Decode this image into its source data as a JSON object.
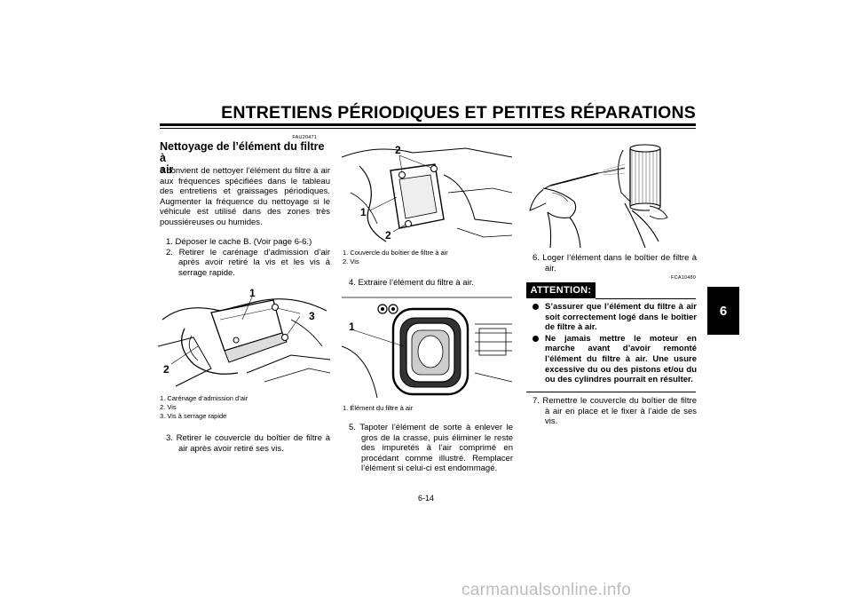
{
  "header": {
    "title": "ENTRETIENS PÉRIODIQUES ET PETITES RÉPARATIONS"
  },
  "chapter_tab": "6",
  "page_number": "6-14",
  "section": {
    "code": "FAU20471",
    "title_line1": "Nettoyage de l’élément du filtre à",
    "title_line2": "air",
    "intro": "Il convient de nettoyer l’élément du filtre à air aux fréquences spécifiées dans le tableau des entretiens et graissages périodiques. Augmenter la fréquence du nettoyage si le véhicule est utilisé dans des zones très poussiéreuses ou humides."
  },
  "steps": {
    "s1": "1. Déposer le cache B. (Voir page 6-6.)",
    "s2": "2. Retirer le carénage d’admission d’air après avoir retiré la vis et les vis à serrage rapide.",
    "s3": "3. Retirer le couvercle du boîtier de filtre à air après avoir retiré ses vis.",
    "s4": "4. Extraire l’élément du filtre à air.",
    "s5": "5. Tapoter l’élément de sorte à enlever le gros de la crasse, puis éliminer le reste des impuretés à l’air comprimé en procédant comme illustré. Remplacer l’élément si celui-ci est endommagé.",
    "s6": "6. Loger l’élément dans le boîtier de filtre à air.",
    "s7": "7. Remettre le couvercle du boîtier de filtre à air en place et le fixer à l’aide de ses vis."
  },
  "figures": {
    "fig1": {
      "callouts": [
        "1",
        "2",
        "3"
      ],
      "captions": [
        "1. Carénage d’admission d’air",
        "2. Vis",
        "3. Vis à serrage rapide"
      ]
    },
    "fig2": {
      "callouts": [
        "2",
        "1",
        "2"
      ],
      "captions": [
        "1. Couvercle du boîtier de filtre à air",
        "2. Vis"
      ]
    },
    "fig3": {
      "callouts": [
        "1"
      ],
      "captions": [
        "1. Élément du filtre à air"
      ]
    }
  },
  "attention": {
    "label": "ATTENTION:",
    "code": "FCA10480",
    "items": [
      "S’assurer que l’élément du filtre à air soit correctement logé dans le boîtier de filtre à air.",
      "Ne jamais mettre le moteur en marche avant d’avoir remonté l’élément du filtre à air. Une usure excessive du ou des pistons et/ou du ou des cylindres pourrait en résulter."
    ]
  },
  "watermark": "carmanualsonline.info"
}
